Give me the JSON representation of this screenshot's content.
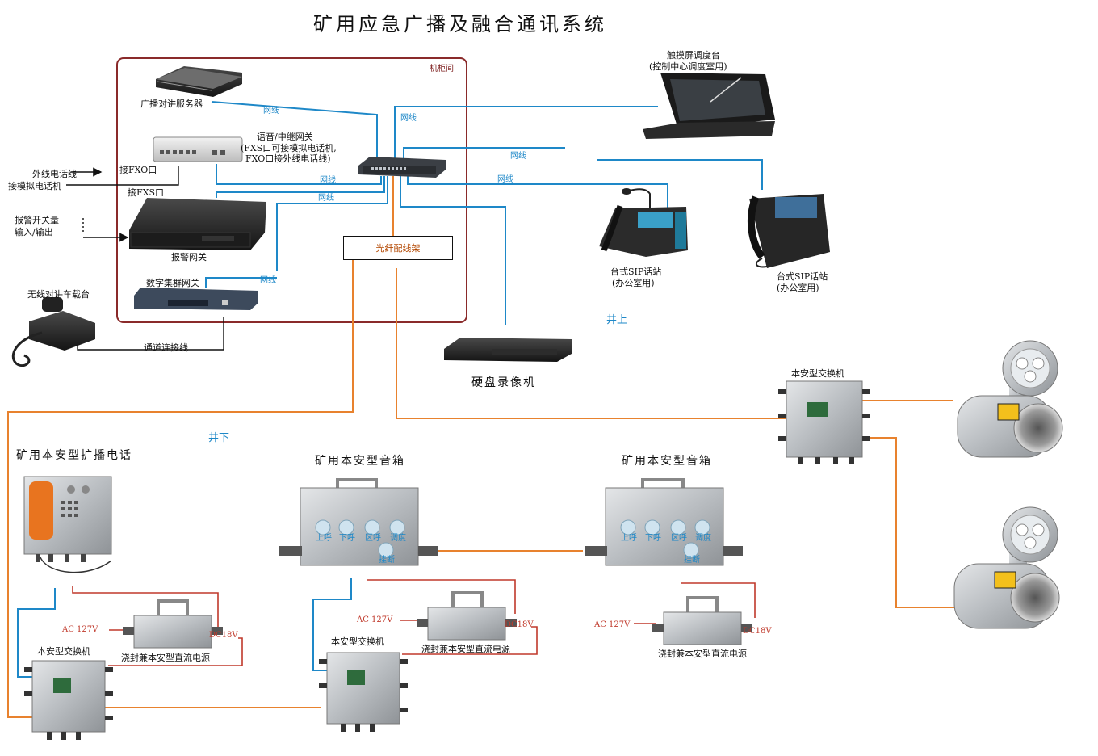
{
  "title": "矿用应急广播及融合通讯系统",
  "colors": {
    "network": "#1e88c8",
    "fiber": "#e8822e",
    "power": "#c0392b",
    "rack": "#8a2a2a"
  },
  "rack_label": "机柜间",
  "devices": {
    "broadcast_server": "广播对讲服务器",
    "voice_gateway": [
      "语音/中继网关",
      "(FXS口可接模拟电话机,",
      "FXO口接外线电话线)"
    ],
    "fxo_port": "接FXO口",
    "fxs_port": "接FXS口",
    "outside_line": "外线电话线",
    "analog_phone": "接模拟电话机",
    "alarm_io": [
      "报警开关量",
      "输入/输出"
    ],
    "alarm_gateway": "报警网关",
    "trunk_gateway": "数字集群网关",
    "radio": "无线对讲车载台",
    "channel_cable": "通道连接线",
    "odf": "光纤配线架",
    "nvr": "硬盘录像机",
    "touch_console": [
      "触摸屏调度台",
      "(控制中心调度室用)"
    ],
    "sip_phone_1": [
      "台式SIP话站",
      "(办公室用)"
    ],
    "sip_phone_2": [
      "台式SIP话站",
      "(办公室用)"
    ],
    "switch_top": "本安型交换机",
    "bcast_phone": "矿用本安型扩播电话",
    "speaker_1": "矿用本安型音箱",
    "speaker_2": "矿用本安型音箱",
    "switch_bottom_1": "本安型交换机",
    "switch_bottom_2": "本安型交换机",
    "psu_1": "浇封兼本安型直流电源",
    "psu_2": "浇封兼本安型直流电源",
    "psu_3": "浇封兼本安型直流电源"
  },
  "network_label": "网线",
  "zones": {
    "above": "井上",
    "below": "井下"
  },
  "speaker_buttons": [
    "上呼",
    "下呼",
    "区呼",
    "调度",
    "挂断"
  ],
  "power": {
    "ac": "AC 127V",
    "dc_1": "DC18V",
    "dc_2": "DC18V",
    "dc_3": "DC18V"
  }
}
